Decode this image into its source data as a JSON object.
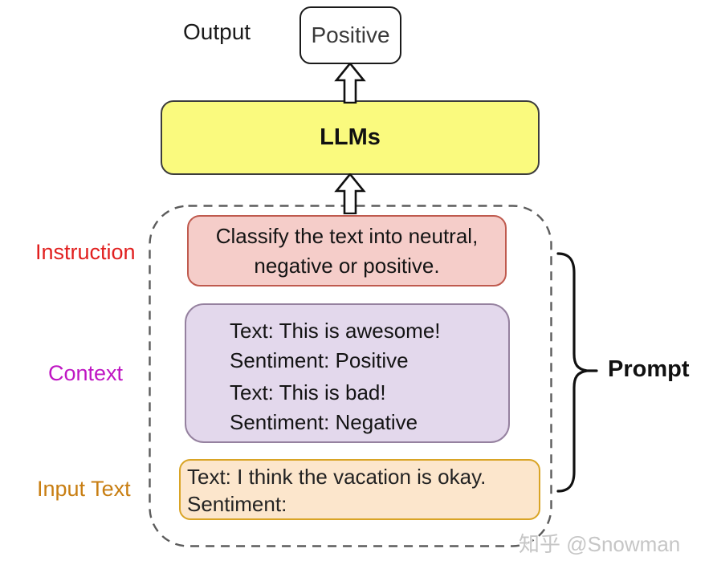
{
  "output": {
    "label": "Output",
    "value": "Positive"
  },
  "model": {
    "label": "LLMs"
  },
  "prompt": {
    "label": "Prompt",
    "instruction": {
      "label": "Instruction",
      "lines": [
        "Classify the text into neutral,",
        "negative or positive."
      ]
    },
    "context": {
      "label": "Context",
      "lines": [
        "Text: This is awesome!",
        "Sentiment: Positive",
        "Text: This is bad!",
        "Sentiment: Negative"
      ]
    },
    "input_text": {
      "label": "Input Text",
      "lines": [
        "Text: I think the vacation is okay.",
        "Sentiment:"
      ]
    }
  },
  "watermark": "知乎 @Snowman",
  "colors": {
    "llms_fill": "#fafa7e",
    "llms_border": "#3c3c3c",
    "instruction_fill": "#f5cdc9",
    "instruction_border": "#bf5a4e",
    "instruction_label": "#e1201f",
    "context_fill": "#e3d8ec",
    "context_border": "#95819f",
    "context_label": "#bf17c3",
    "input_fill": "#fce6cc",
    "input_border": "#d9a425",
    "input_label": "#c87e12",
    "dashed_border": "#5c5c5c",
    "text": "#141414"
  }
}
